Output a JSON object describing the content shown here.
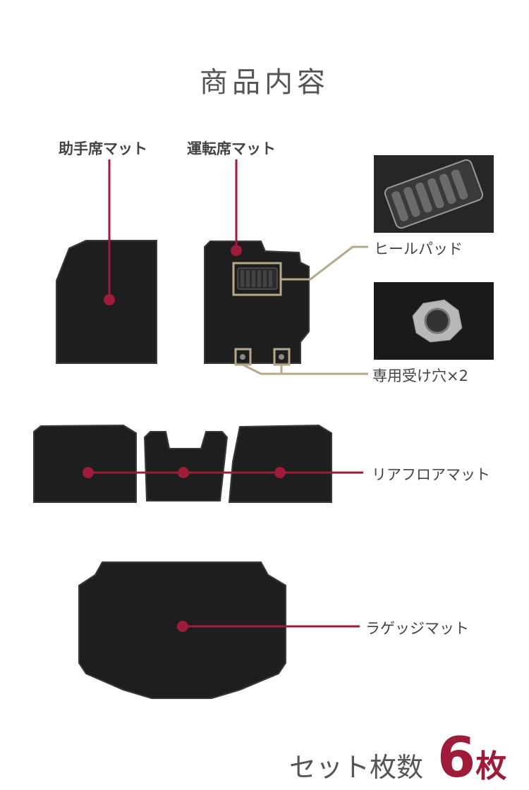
{
  "title": "商品内容",
  "labels": {
    "passenger": "助手席マット",
    "driver": "運転席マット",
    "heel_pad": "ヒールパッド",
    "holes": "専用受け穴×2",
    "rear": "リアフロアマット",
    "luggage": "ラゲッジマット"
  },
  "footer": {
    "set_label": "セット枚数",
    "count": "6",
    "unit": "枚"
  },
  "colors": {
    "accent": "#9e1b3a",
    "callout": "#b5a98a",
    "mat": "#1e1e1e"
  }
}
